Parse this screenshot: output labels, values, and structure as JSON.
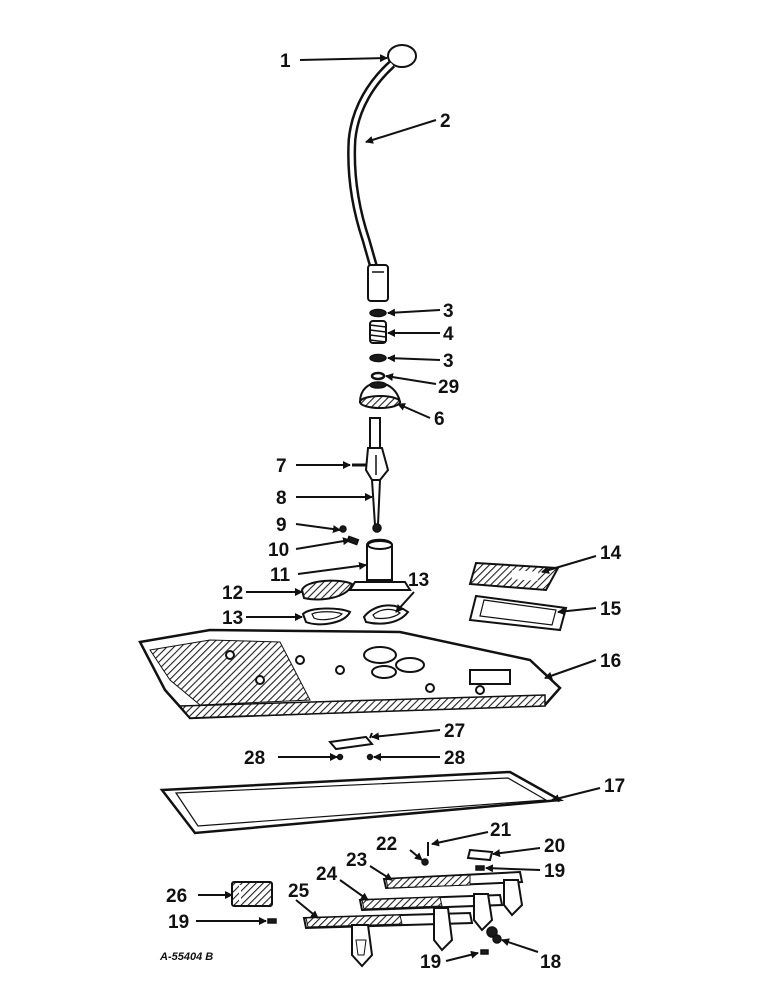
{
  "diagram": {
    "drawing_code": "A-55404 B",
    "callouts": [
      "1",
      "2",
      "3",
      "4",
      "3",
      "29",
      "6",
      "7",
      "8",
      "9",
      "10",
      "11",
      "12",
      "13",
      "13",
      "14",
      "15",
      "16",
      "27",
      "28",
      "28",
      "17",
      "21",
      "22",
      "20",
      "23",
      "19",
      "24",
      "26",
      "25",
      "19",
      "19",
      "18"
    ]
  }
}
